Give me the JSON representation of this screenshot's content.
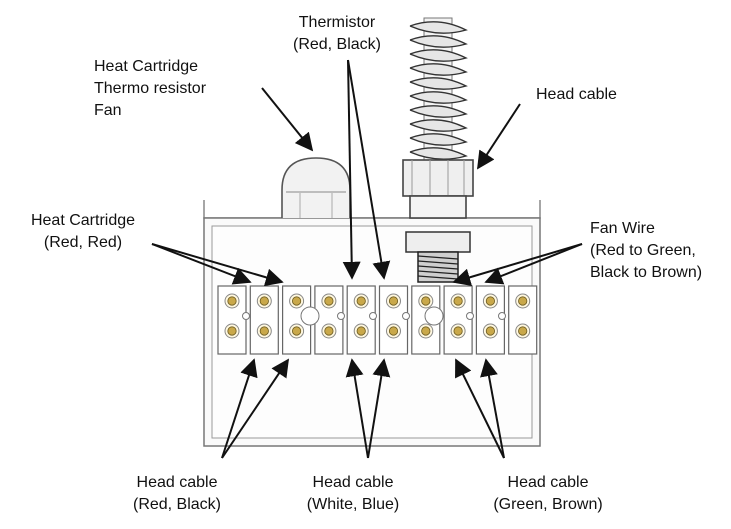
{
  "labels": {
    "thermistor": {
      "line1": "Thermistor",
      "line2": "(Red, Black)"
    },
    "heat_group": {
      "line1": "Heat Cartridge",
      "line2": "Thermo resistor",
      "line3": "Fan"
    },
    "head_cable_top": {
      "line1": "Head cable"
    },
    "heat_cartridge": {
      "line1": "Heat Cartridge",
      "line2": "(Red, Red)"
    },
    "fan_wire": {
      "line1": "Fan Wire",
      "line2": "(Red to Green,",
      "line3": "Black to Brown)"
    },
    "head_cable_red_black": {
      "line1": "Head cable",
      "line2": "(Red, Black)"
    },
    "head_cable_white_blue": {
      "line1": "Head cable",
      "line2": "(White, Blue)"
    },
    "head_cable_green_brown": {
      "line1": "Head cable",
      "line2": "(Green, Brown)"
    }
  },
  "terminals": {
    "columns": 10,
    "rows": 2
  },
  "colors": {
    "stroke": "#111111",
    "terminal": "#c9a84a",
    "body_fill": "#f7f7f7"
  }
}
